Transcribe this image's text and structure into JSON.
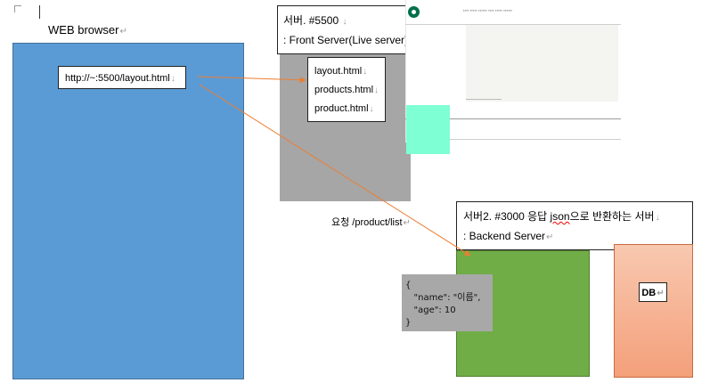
{
  "browser": {
    "title": "WEB browser",
    "url": "http://~:5500/layout.html"
  },
  "front_server": {
    "name": "서버. #5500",
    "role": ": Front Server(Live server)",
    "files": [
      "layout.html",
      "products.html",
      "product.html"
    ]
  },
  "request": {
    "label": "요청  /product/list"
  },
  "backend_server": {
    "name_prefix": "서버2. #3000 응답 ",
    "name_json": "json",
    "name_suffix": "으로 반환하는 서버",
    "role": ": Backend Server"
  },
  "db": {
    "label": "DB"
  },
  "response_json": {
    "lines": [
      "{",
      "   \"name\": \"이름\",",
      "   \"age\": 10",
      "}"
    ]
  },
  "colors": {
    "browser": "#5b9bd5",
    "front_server": "#a6a6a6",
    "backend_server": "#70ad47",
    "db": "#f4a07a",
    "arrow": "#ed7d31",
    "preview_logo": "#00704a",
    "preview_accent": "#7fffd4"
  },
  "icons": {
    "preview_logo": "starbucks-logo-icon"
  }
}
